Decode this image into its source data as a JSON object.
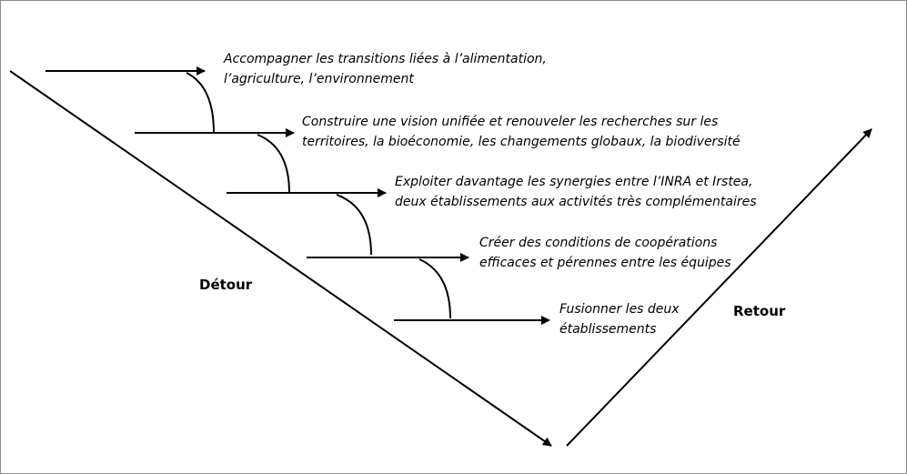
{
  "diagram": {
    "left_label": "Détour",
    "right_label": "Retour",
    "steps": [
      {
        "line1": "Accompagner les transitions liées à l’alimentation,",
        "line2": "l’agriculture, l’environnement"
      },
      {
        "line1": "Construire une vision unifiée et renouveler les recherches sur les",
        "line2": "territoires, la bioéconomie, les changements globaux, la biodiversité"
      },
      {
        "line1": "Exploiter davantage les synergies entre l’INRA et Irstea,",
        "line2": "deux établissements aux activités très complémentaires"
      },
      {
        "line1": "Créer des conditions de coopérations",
        "line2": "efficaces et pérennes entre les équipes"
      },
      {
        "line1": "Fusionner les deux",
        "line2": "établissements"
      }
    ],
    "line_color": "#000000"
  }
}
